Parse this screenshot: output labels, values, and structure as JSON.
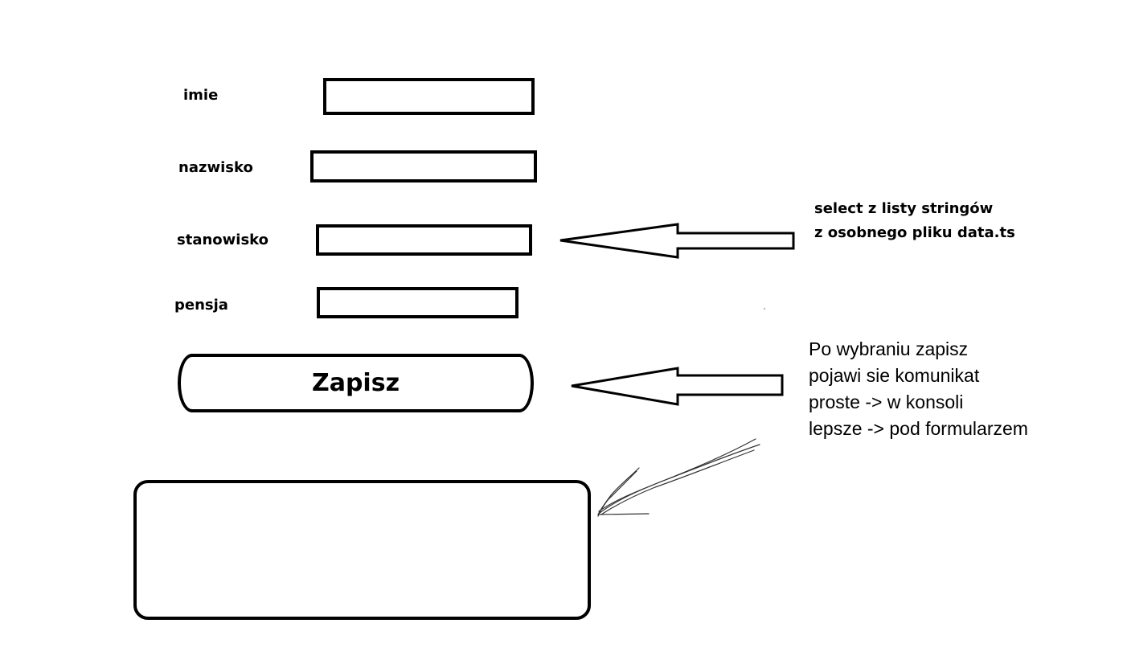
{
  "form": {
    "fields": [
      {
        "label": "imie"
      },
      {
        "label": "nazwisko"
      },
      {
        "label": "stanowisko"
      },
      {
        "label": "pensja"
      }
    ],
    "save_label": "Zapisz"
  },
  "notes": {
    "select_note": [
      "select z listy stringów",
      "z osobnego pliku data.ts"
    ],
    "save_note": [
      "Po wybraniu zapisz",
      "pojawi sie komunikat",
      "proste -> w konsoli",
      "lepsze -> pod formularzem"
    ]
  }
}
